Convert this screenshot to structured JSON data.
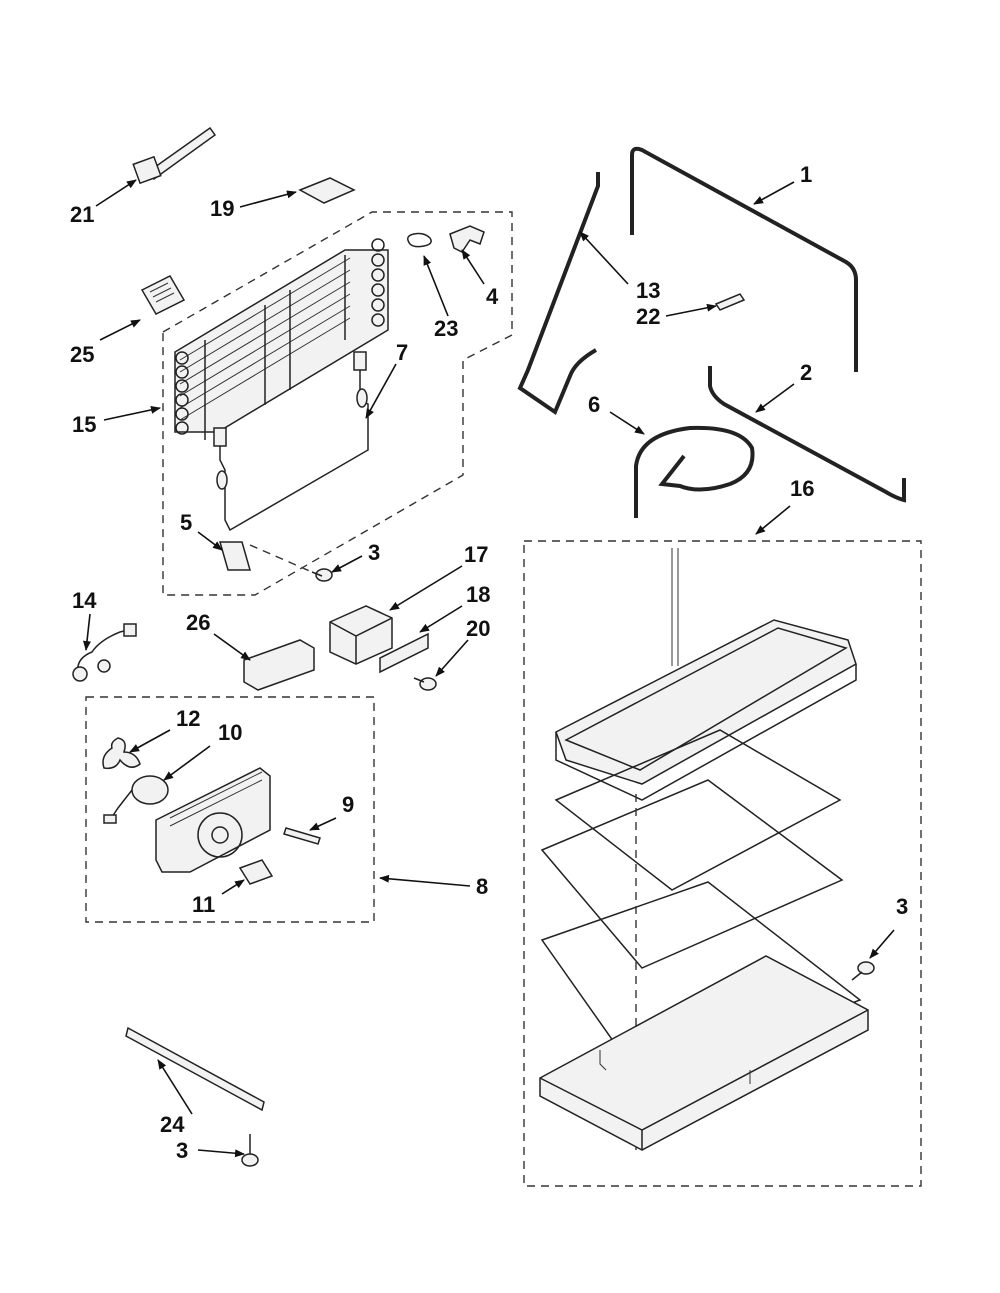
{
  "callouts": {
    "c1": "1",
    "c2": "2",
    "c3a": "3",
    "c3b": "3",
    "c3c": "3",
    "c4": "4",
    "c5": "5",
    "c6": "6",
    "c7": "7",
    "c8": "8",
    "c9": "9",
    "c10": "10",
    "c11": "11",
    "c12": "12",
    "c13": "13",
    "c14": "14",
    "c15": "15",
    "c16": "16",
    "c17": "17",
    "c18": "18",
    "c19": "19",
    "c20": "20",
    "c21": "21",
    "c22": "22",
    "c23": "23",
    "c24": "24",
    "c25": "25",
    "c26": "26"
  },
  "colors": {
    "line": "#222222",
    "fill": "#f2f2f2",
    "background": "#ffffff"
  }
}
